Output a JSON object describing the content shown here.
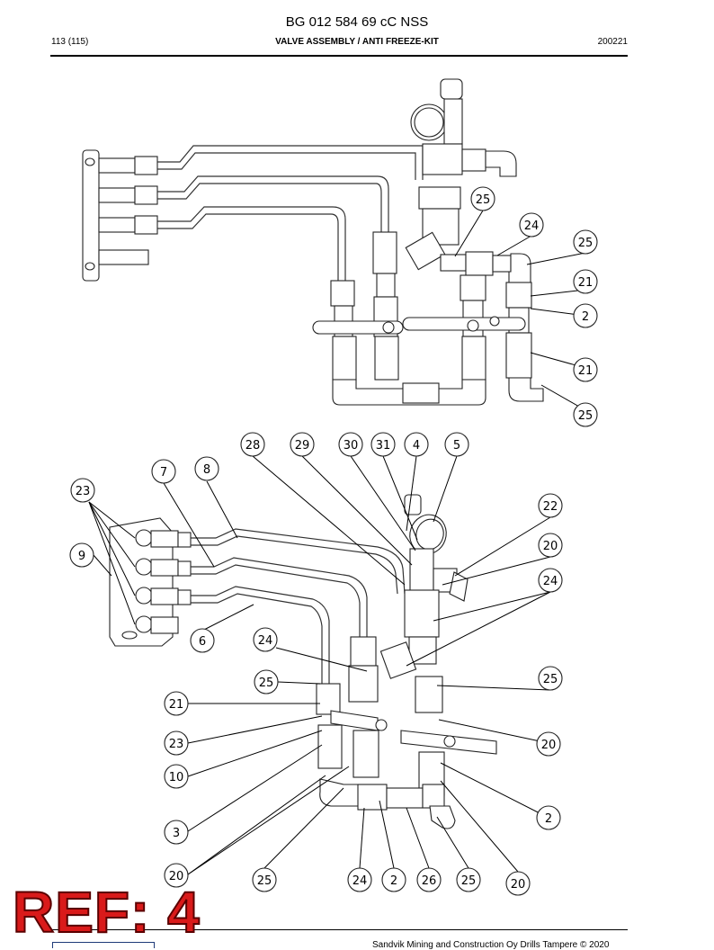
{
  "header": {
    "doc_id": "BG 012 584 69 cC NSS",
    "page": "113 (115)",
    "title": "VALVE ASSEMBLY / ANTI FREEZE-KIT",
    "date": "200221"
  },
  "upper_callouts": [
    "25",
    "24",
    "25",
    "21",
    "2",
    "21",
    "25"
  ],
  "lower_callouts": [
    "28",
    "29",
    "30",
    "31",
    "4",
    "5",
    "7",
    "8",
    "23",
    "9",
    "22",
    "20",
    "24",
    "6",
    "24",
    "25",
    "25",
    "21",
    "23",
    "20",
    "10",
    "2",
    "3",
    "20",
    "25",
    "24",
    "2",
    "26",
    "25",
    "20"
  ],
  "ref_stamp": "REF: 4",
  "footer": {
    "copyright": "Sandvik Mining and Construction Oy Drills Tampere © 2020"
  }
}
